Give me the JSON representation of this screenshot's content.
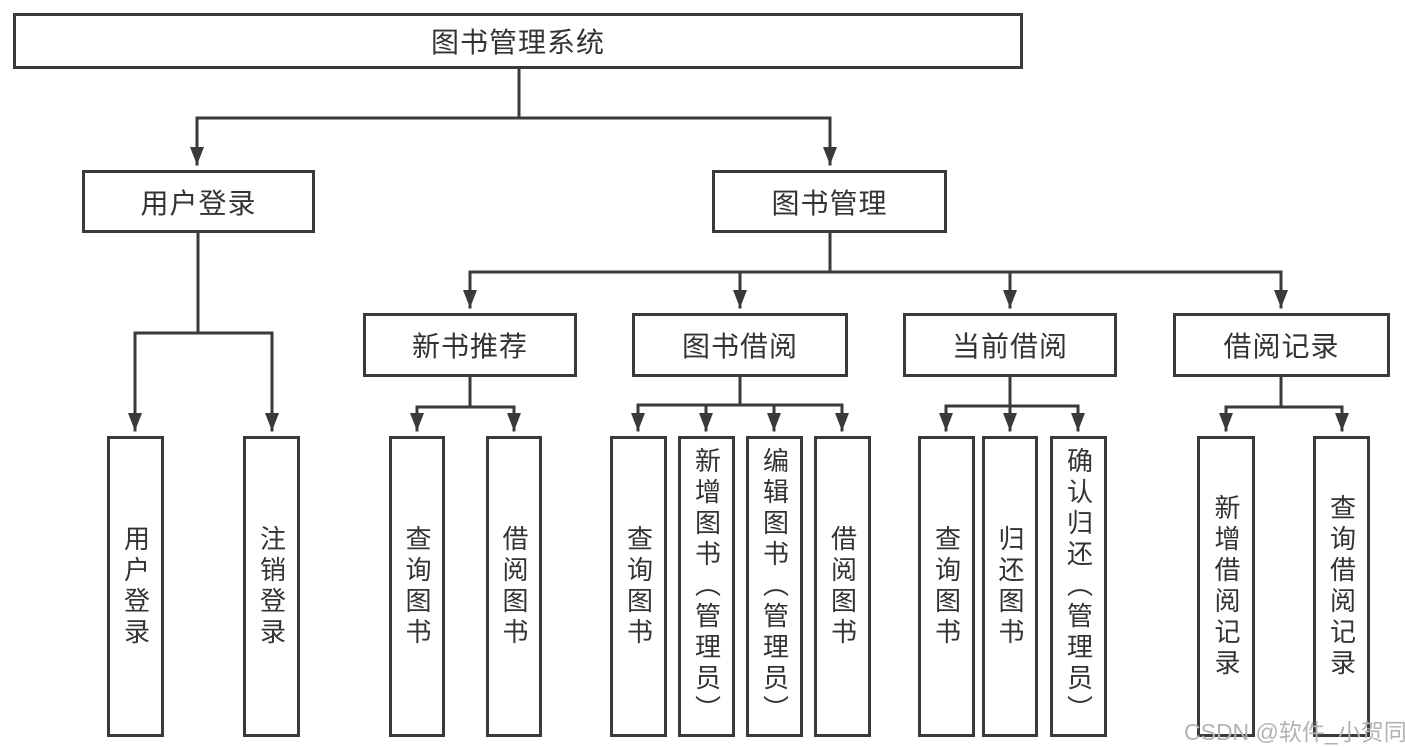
{
  "title": "图书管理系统",
  "nodes": {
    "user_login": "用户登录",
    "book_management": "图书管理",
    "new_book_recommend": "新书推荐",
    "book_borrowing": "图书借阅",
    "current_borrowing": "当前借阅",
    "borrowing_records": "借阅记录",
    "leaf_user_login": "用户登录",
    "leaf_logout": "注销登录",
    "leaf_rec_query_books": "查询图书",
    "leaf_rec_borrow_books": "借阅图书",
    "leaf_bb_query_books": "查询图书",
    "leaf_bb_add_books": "新增图书（管理员）",
    "leaf_bb_edit_books": "编辑图书（管理员）",
    "leaf_bb_borrow_books": "借阅图书",
    "leaf_cb_query_books": "查询图书",
    "leaf_cb_return_books": "归还图书",
    "leaf_cb_confirm_return": "确认归还（管理员）",
    "leaf_br_add_record": "新增借阅记录",
    "leaf_br_query_record": "查询借阅记录"
  },
  "watermark": "CSDN @软件_小贺同学",
  "colors": {
    "line": "#3a3a3a",
    "text": "#333333",
    "watermark": "#b3b3b3",
    "background": "#ffffff"
  }
}
